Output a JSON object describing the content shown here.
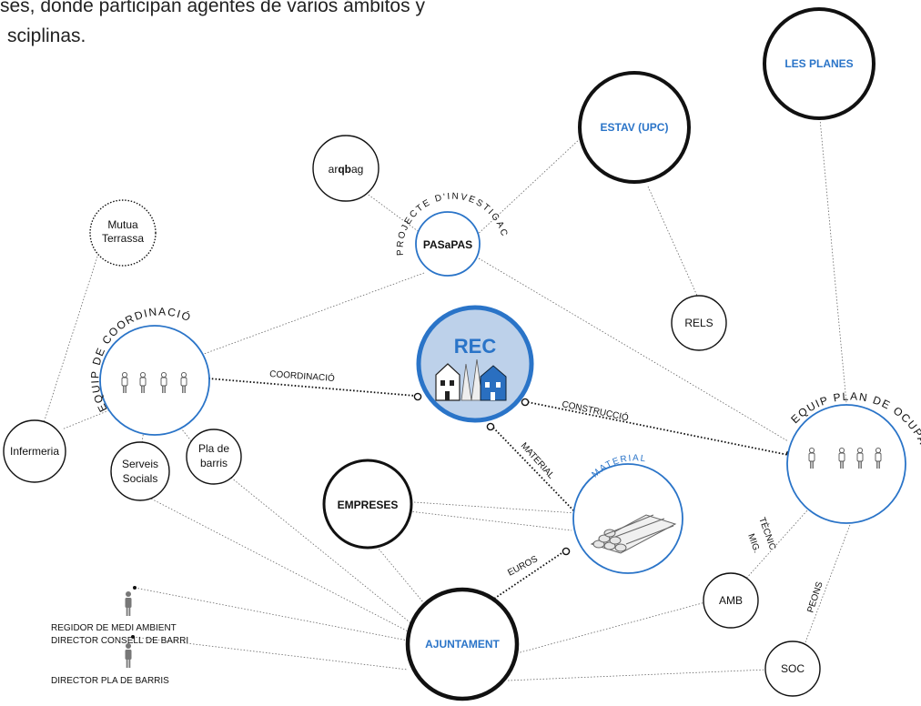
{
  "intro": {
    "line1": "ses, donde participan agentes de varios ámbitos y",
    "line2": "sciplinas."
  },
  "nodes": {
    "les_planes": "LES  PLANES",
    "estav": "ESTAV  (UPC)",
    "arqbag_a": "ar",
    "arqbag_b": "qb",
    "arqbag_c": "ag",
    "mutua_1": "Mutua",
    "mutua_2": "Terrassa",
    "pasapas": "PASaPAS",
    "projecte": "PROJECTE D'INVESTIGACIÓ",
    "rels": "RELS",
    "rec": "REC",
    "equip_coord": "EQUIP DE COORDINACIÓ",
    "equip_plan": "EQUIP   PLAN DE OCUPACION",
    "infermeria": "Infermeria",
    "serveis_1": "Serveis",
    "serveis_2": "Socials",
    "pla_1": "Pla de",
    "pla_2": "barris",
    "empreses": "EMPRESES",
    "material_arc": "MATERIAL",
    "ajuntament": "AJUNTAMENT",
    "amb": "AMB",
    "soc": "SOC"
  },
  "links": {
    "coordinacio": "COORDINACIÓ",
    "construccio": "CONSTRUCCIÓ",
    "material": "MATERIAL",
    "euros": "EUROS",
    "tecnic_1": "TÈCNIC",
    "tecnic_2": "MIG.",
    "peons": "PEONS"
  },
  "people": {
    "regidor": "REGIDOR DE MEDI AMBIENT",
    "director_consell": "DIRECTOR CONSELL DE BARRI",
    "director_pla": "DIRECTOR PLA DE BARRIS"
  },
  "colors": {
    "accent": "#2a74c8",
    "rec_fill": "#bdd1ea",
    "ink": "#111111"
  }
}
